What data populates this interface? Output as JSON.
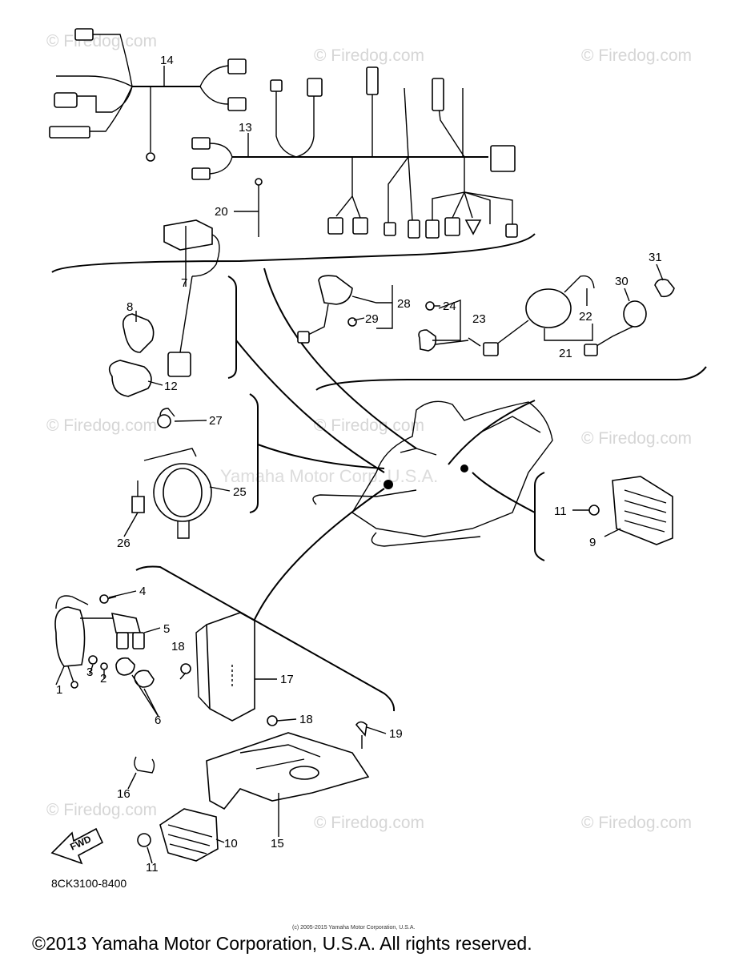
{
  "watermark": {
    "brand": "© Firedog.com",
    "center_text": "Yamaha Motor Corp. U.S.A."
  },
  "callouts": [
    "1",
    "2",
    "3",
    "4",
    "5",
    "6",
    "7",
    "8",
    "9",
    "10",
    "11",
    "12",
    "13",
    "14",
    "15",
    "16",
    "17",
    "18",
    "19",
    "20",
    "21",
    "22",
    "23",
    "24",
    "25",
    "26",
    "27",
    "28",
    "29",
    "30",
    "31"
  ],
  "fwd_label": "FWD",
  "part_code": "8CK3100-8400",
  "fine_print": "(c) 2005-2015 Yamaha Motor Corporation, U.S.A.",
  "copyright": "©2013 Yamaha Motor Corporation, U.S.A. All rights reserved."
}
